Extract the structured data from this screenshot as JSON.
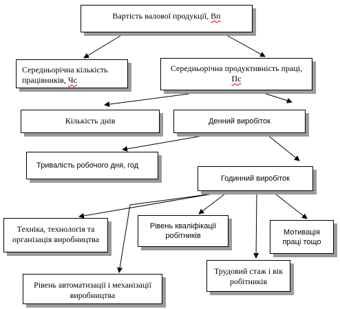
{
  "diagram": {
    "gross_output": {
      "text": "Вартість валової продукції, ",
      "sym": "Вп"
    },
    "avg_workers": {
      "text": "Середньорічна кількість працівників, ",
      "sym": "Чс"
    },
    "avg_productivity": {
      "line1": "Середньорічна продуктивність праці,",
      "sym": "Пс"
    },
    "days_count": {
      "text": "Кількість днів"
    },
    "daily_output": {
      "text": "Денний виробіток"
    },
    "workday_length": {
      "text": "Тривалість робочого дня, год"
    },
    "hourly_output": {
      "text": "Годинний виробіток"
    },
    "technique": {
      "line1": "Техніка, технологія та",
      "line2": "організація виробництва"
    },
    "qualification": {
      "line1": "Рівень кваліфікації",
      "line2": "робітників"
    },
    "motivation": {
      "line1": "Мотивація",
      "line2": "праці тощо"
    },
    "experience": {
      "line1": "Трудовий стаж і вік",
      "line2": "робітників"
    },
    "automation": {
      "line1": "Рівень автоматизації і механізації",
      "line2": "виробництва"
    }
  }
}
